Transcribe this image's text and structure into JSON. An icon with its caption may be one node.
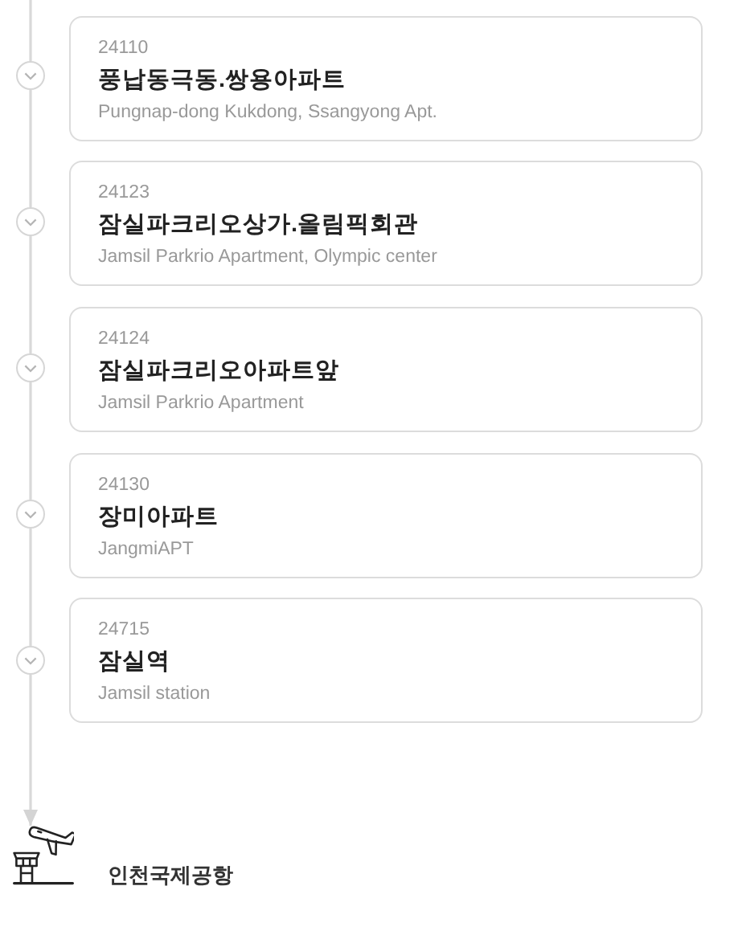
{
  "diagram": {
    "nodes": [
      {
        "text": [],
        "shape": "circle"
      },
      {
        "text": [
          "24110",
          "풍납동극동.쌍용아파트",
          "Pungnap-dong Kukdong, Ssangyong Apt."
        ]
      },
      {
        "text": [],
        "shape": "circle"
      },
      {
        "text": [
          "24123",
          "잠실파크리오상가.올림픽회관",
          "Jamsil Parkrio Apartment, Olympic center"
        ]
      },
      {
        "text": [],
        "shape": "circle"
      },
      {
        "text": [
          "24124",
          "잠실파크리오아파트앞",
          "Jamsil Parkrio Apartment"
        ]
      },
      {
        "text": [],
        "shape": "circle"
      },
      {
        "text": [
          "24130",
          "장미아파트",
          "JangmiAPT"
        ]
      },
      {
        "text": [],
        "shape": "circle"
      },
      {
        "text": [
          "24715",
          "잠실역",
          "Jamsil station"
        ]
      },
      {
        "text": [],
        "shape": "picture",
        "beside": [
          "인천국제공항"
        ]
      }
    ],
    "edges": [
      {
        "from": null,
        "to": 0,
        "arrow": "none"
      },
      {
        "from": 0,
        "to": 2,
        "arrow": "none"
      },
      {
        "from": 2,
        "to": 4,
        "arrow": "none"
      },
      {
        "from": 4,
        "to": 6,
        "arrow": "none"
      },
      {
        "from": 6,
        "to": 8,
        "arrow": "none"
      },
      {
        "from": 8,
        "to": 10,
        "arrow": "to"
      }
    ]
  }
}
